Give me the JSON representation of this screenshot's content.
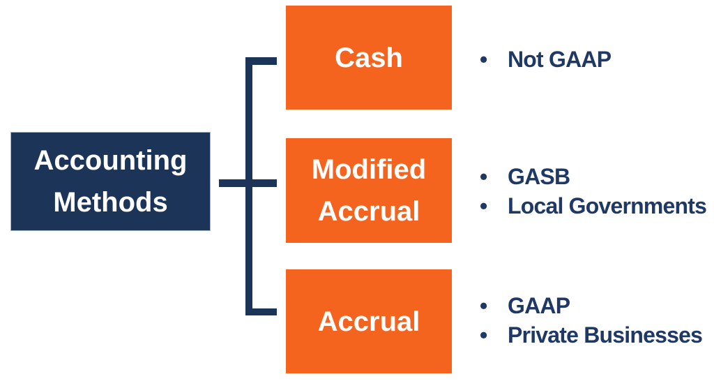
{
  "diagram": {
    "title": "Accounting Methods",
    "bullet_glyph": "•",
    "branches": [
      {
        "label": "Cash",
        "bullets": [
          "Not GAAP"
        ]
      },
      {
        "label": "Modified Accrual",
        "bullets": [
          "GASB",
          "Local Governments"
        ]
      },
      {
        "label": "Accrual",
        "bullets": [
          "GAAP",
          "Private Businesses"
        ]
      }
    ],
    "colors": {
      "navy_box": "#1c3458",
      "orange_box": "#f5641e",
      "bullet_text": "#1f3864",
      "box_text": "#ffffff",
      "background": "#ffffff"
    }
  }
}
